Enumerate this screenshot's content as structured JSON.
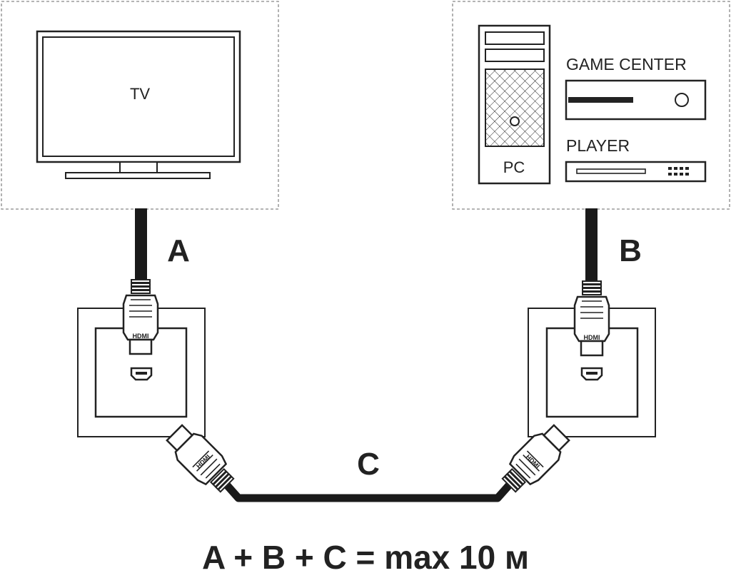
{
  "devices": {
    "tv": "TV",
    "pc": "PC",
    "game_center": "GAME CENTER",
    "player": "PLAYER"
  },
  "cables": {
    "a": "A",
    "b": "B",
    "c": "C"
  },
  "connector_label": "HDMI",
  "formula": "A + B + C = max 10 м",
  "colors": {
    "cable": "#1a1a1a",
    "outline": "#222222",
    "dashed_border": "#888888",
    "plug_fill": "#ffffff"
  }
}
